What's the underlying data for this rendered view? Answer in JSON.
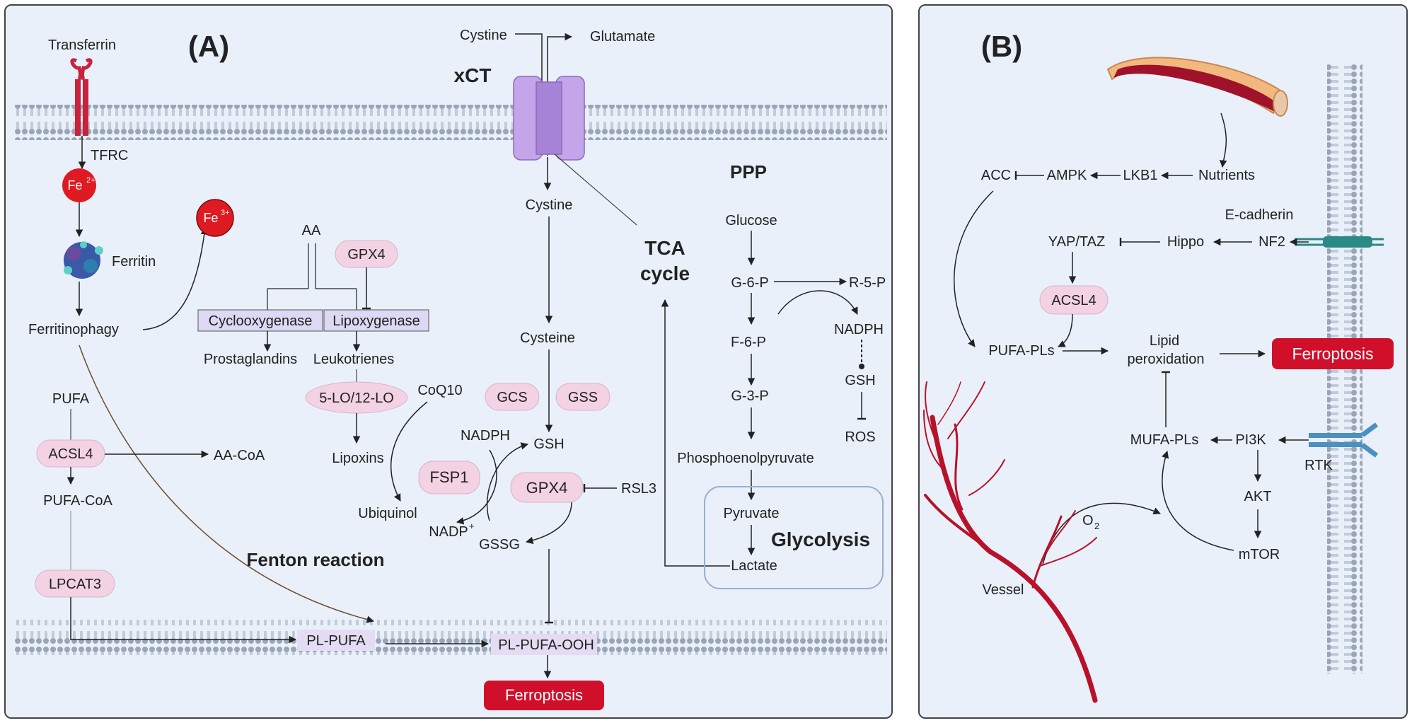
{
  "panel_a": {
    "label": "(A)",
    "transferrin": "Transferrin",
    "tfrc": "TFRC",
    "fe2": "Fe",
    "fe2_sup": "2+",
    "fe3": "Fe",
    "fe3_sup": "3+",
    "ferritin": "Ferritin",
    "ferritinophagy": "Ferritinophagy",
    "aa": "AA",
    "gpx4_top": "GPX4",
    "cyclooxygenase": "Cyclooxygenase",
    "lipoxygenase": "Lipoxygenase",
    "prostaglandins": "Prostaglandins",
    "leukotrienes": "Leukotrienes",
    "lo": "5-LO/12-LO",
    "lipoxins": "Lipoxins",
    "pufa": "PUFA",
    "acsl4": "ACSL4",
    "aacoa": "AA-CoA",
    "pufacoa": "PUFA-CoA",
    "lpcat3": "LPCAT3",
    "fenton": "Fenton reaction",
    "plpufa": "PL-PUFA",
    "plpufaooh": "PL-PUFA-OOH",
    "ferroptosis": "Ferroptosis",
    "cystine_out": "Cystine",
    "glutamate": "Glutamate",
    "xct": "xCT",
    "cystine_in": "Cystine",
    "cysteine": "Cysteine",
    "gcs": "GCS",
    "gss": "GSS",
    "coq10": "CoQ10",
    "nadph_left": "NADPH",
    "gsh": "GSH",
    "fsp1": "FSP1",
    "gpx4_mid": "GPX4",
    "rsl3": "RSL3",
    "ubiquinol": "Ubiquinol",
    "nadp": "NADP",
    "nadp_sup": "+",
    "gssg": "GSSG",
    "tca1": "TCA",
    "tca2": "cycle",
    "ppp": "PPP",
    "glucose": "Glucose",
    "g6p": "G-6-P",
    "r5p": "R-5-P",
    "f6p": "F-6-P",
    "nadph_right": "NADPH",
    "g3p": "G-3-P",
    "gsh_right": "GSH",
    "ros": "ROS",
    "pep": "Phosphoenolpyruvate",
    "pyruvate": "Pyruvate",
    "glycolysis": "Glycolysis",
    "lactate": "Lactate"
  },
  "panel_b": {
    "label": "(B)",
    "nutrients": "Nutrients",
    "lkb1": "LKB1",
    "ampk": "AMPK",
    "acc": "ACC",
    "ecadherin": "E-cadherin",
    "nf2": "NF2",
    "hippo": "Hippo",
    "yaptaz": "YAP/TAZ",
    "acsl4": "ACSL4",
    "pufapls": "PUFA-PLs",
    "lipid1": "Lipid",
    "lipid2": "peroxidation",
    "ferroptosis": "Ferroptosis",
    "mufapls": "MUFA-PLs",
    "pi3k": "PI3K",
    "rtk": "RTK",
    "akt": "AKT",
    "mtor": "mTOR",
    "o2": "O",
    "o2_sub": "2",
    "vessel": "Vessel"
  },
  "colors": {
    "enzyme_fill": "#f3d2e4",
    "box_fill": "#ddd8f3",
    "ferroptosis_fill": "#d0102b",
    "membrane": "#9aa6b6",
    "xct_fill": "#c5a5ea",
    "vessel": "#b8122a"
  }
}
